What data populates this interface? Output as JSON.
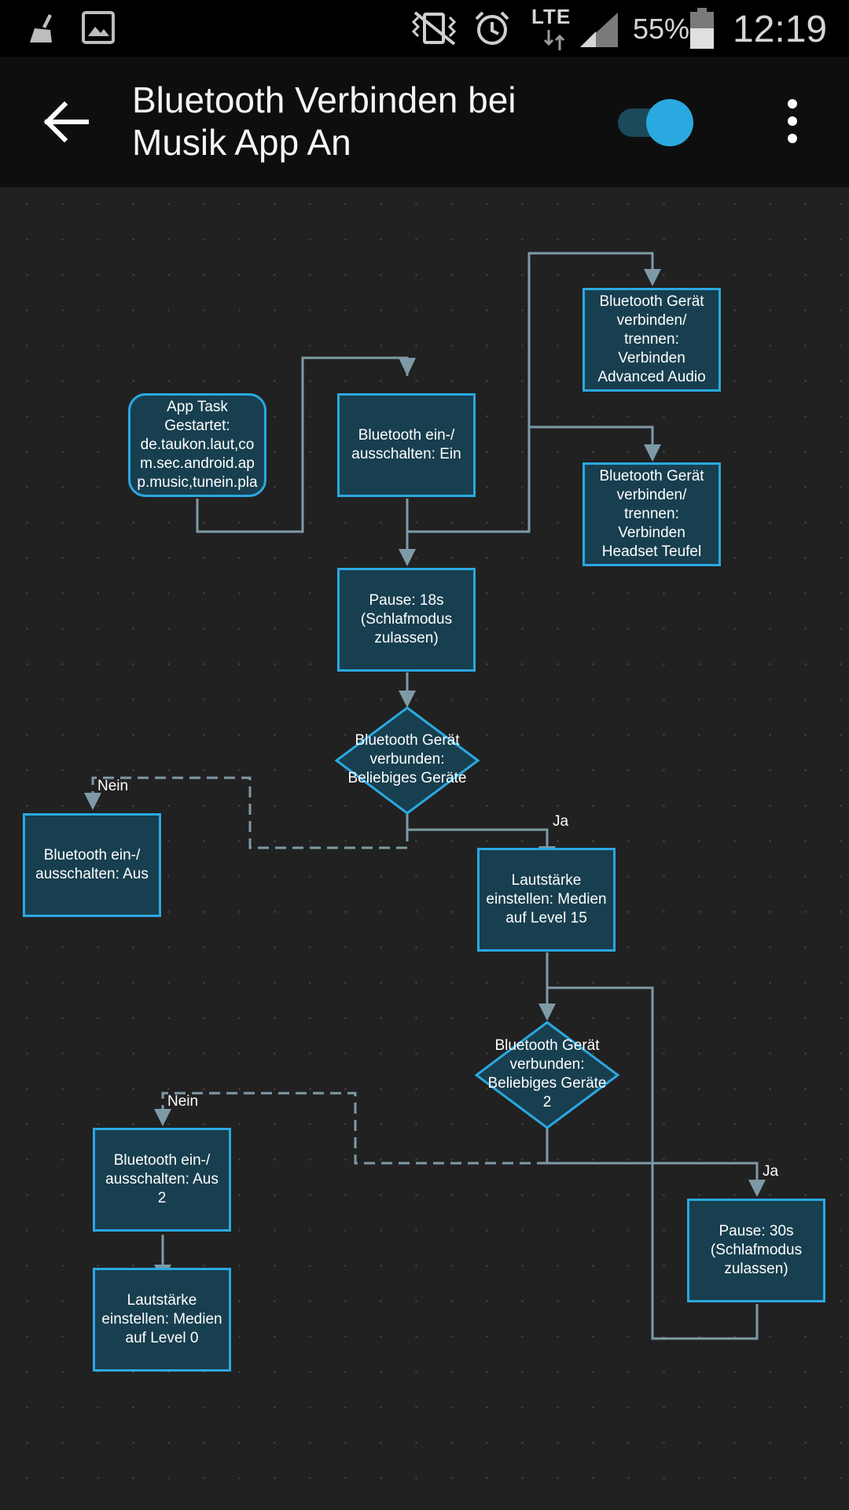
{
  "status_bar": {
    "battery": "55%",
    "time": "12:19",
    "network": "LTE",
    "icons": [
      "broom-icon",
      "image-icon",
      "vibrate-off-icon",
      "alarm-icon",
      "lte-icon",
      "signal-icon",
      "battery-icon"
    ]
  },
  "app_bar": {
    "title": "Bluetooth Verbinden bei\nMusik App An",
    "toggle_on": true,
    "accent_color": "#2aa9e0"
  },
  "flow": {
    "nodes": [
      {
        "id": "trigger",
        "label": "App Task\nGestartet:\nde.taukon.laut,co\nm.sec.android.ap\np.music,tunein.pla",
        "shape": "rounded"
      },
      {
        "id": "bt-on",
        "label": "Bluetooth ein-/\nausschalten: Ein",
        "shape": "rect"
      },
      {
        "id": "bt-connect-audio",
        "label": "Bluetooth Gerät\nverbinden/\ntrennen:\nVerbinden\nAdvanced Audio",
        "shape": "rect"
      },
      {
        "id": "bt-connect-headset",
        "label": "Bluetooth Gerät\nverbinden/\ntrennen:\nVerbinden\nHeadset Teufel",
        "shape": "rect"
      },
      {
        "id": "pause-18",
        "label": "Pause: 18s\n(Schlafmodus\nzulassen)",
        "shape": "rect"
      },
      {
        "id": "decision-1",
        "label": "Bluetooth Gerät\nverbunden:\nBeliebiges Geräte",
        "shape": "diamond"
      },
      {
        "id": "bt-off",
        "label": "Bluetooth ein-/\nausschalten: Aus",
        "shape": "rect"
      },
      {
        "id": "volume-15",
        "label": "Lautstärke\neinstellen: Medien\nauf Level 15",
        "shape": "rect"
      },
      {
        "id": "decision-2",
        "label": "Bluetooth Gerät\nverbunden:\nBeliebiges Geräte\n2",
        "shape": "diamond"
      },
      {
        "id": "bt-off-2",
        "label": "Bluetooth ein-/\nausschalten: Aus\n2",
        "shape": "rect"
      },
      {
        "id": "volume-0",
        "label": "Lautstärke\neinstellen: Medien\nauf Level 0",
        "shape": "rect"
      },
      {
        "id": "pause-30",
        "label": "Pause: 30s\n(Schlafmodus\nzulassen)",
        "shape": "rect"
      }
    ],
    "edge_labels": {
      "no_1": "Nein",
      "yes_1": "Ja",
      "no_2": "Nein",
      "yes_2": "Ja"
    }
  }
}
